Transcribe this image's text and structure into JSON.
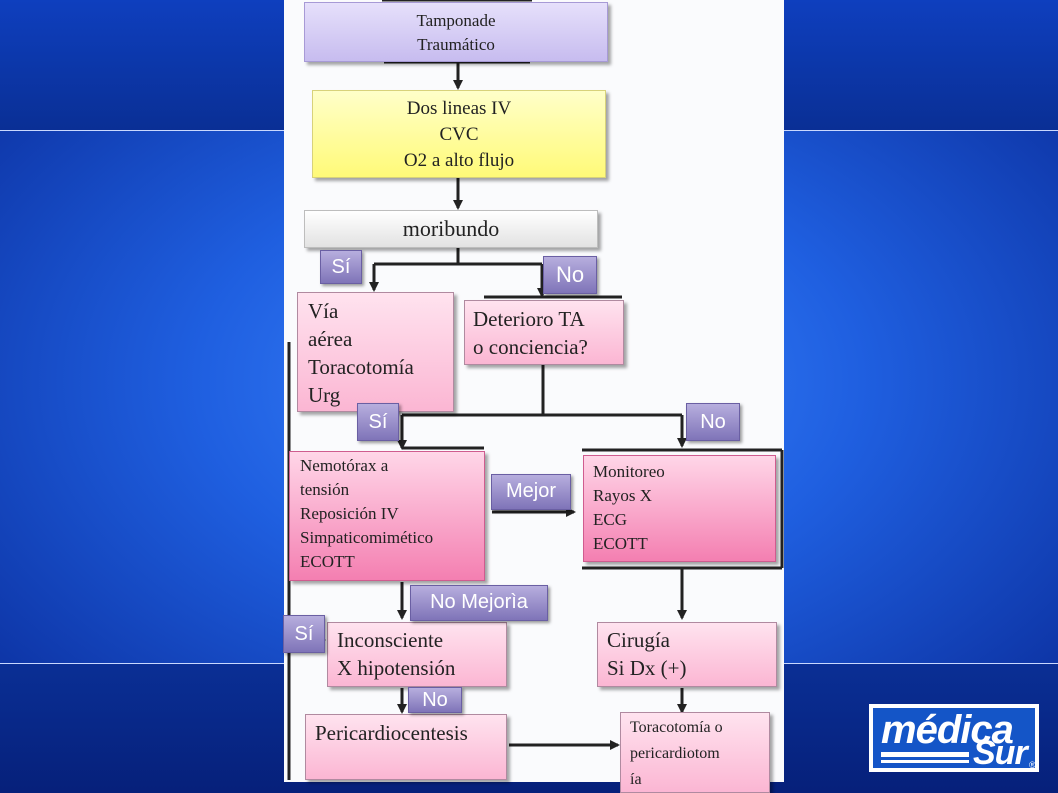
{
  "nodes": {
    "tamponade": "Tamponade\nTraumático",
    "lineas": "Dos lineas IV\nCVC\nO2 a alto flujo",
    "moribundo": "moribundo",
    "via_aerea": "Vía\naérea\nToracotomía\nUrg",
    "deterioro": "Deterioro TA\no conciencia?",
    "nemotorax": "Nemotórax a\ntensión\nReposición IV\nSimpaticomimético\nECOTT",
    "monitoreo": "Monitoreo\nRayos X\nECG\nECOTT",
    "inconsciente": "Inconsciente\nX hipotensión",
    "cirugia": "Cirugía\nSi Dx (+)",
    "pericardiocentesis": "Pericardiocentesis",
    "toracotomia_peri": "Toracotomía o\npericardiotom\nía"
  },
  "labels": {
    "si_1": "Sí",
    "no_1": "No",
    "si_2": "Sí",
    "no_2": "No",
    "mejor": "Mejor",
    "no_mejoria": "No Mejorìa",
    "si_3": "Sí",
    "no_3": "No"
  },
  "logo": {
    "text_top": "médica",
    "text_bottom": "Sur",
    "registered": "®"
  },
  "colors": {
    "background_blue": "#1f5fe0",
    "lavender": "#c7bcef",
    "yellow": "#fffa78",
    "pink": "#fbb6d3",
    "deep_pink": "#f47fb1",
    "label_purple": "#7f74b8"
  }
}
